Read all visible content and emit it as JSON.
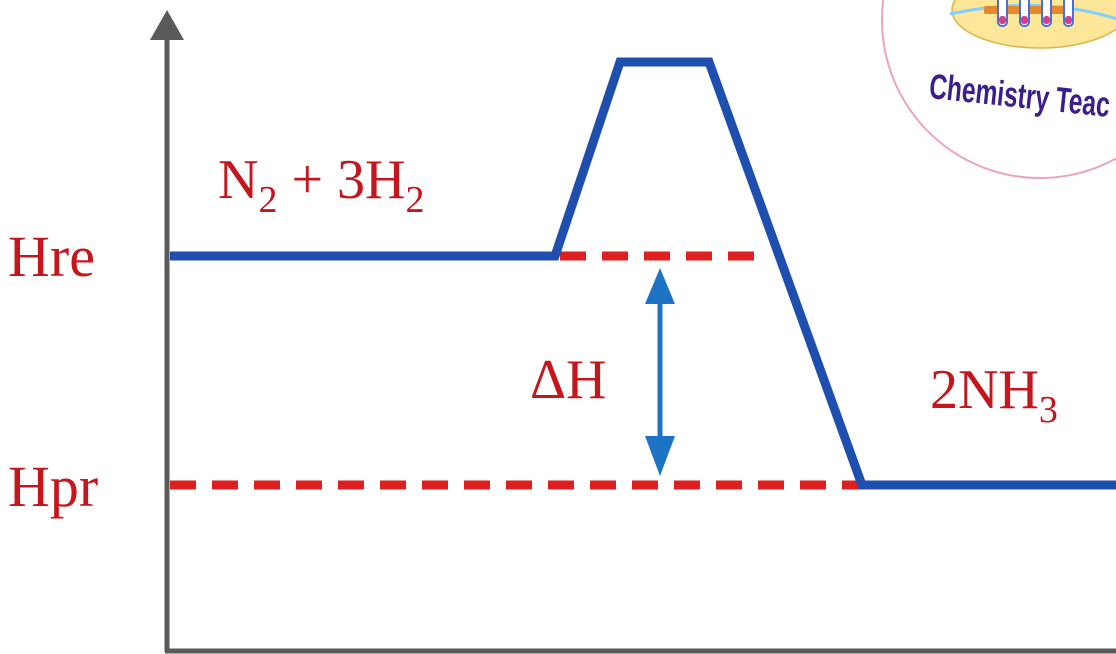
{
  "diagram": {
    "axis_labels": {
      "reactant_level": "Hre",
      "product_level": "Hpr"
    },
    "reactants": {
      "main": "N",
      "sub1": "2",
      "plus": " + 3H",
      "sub2": "2"
    },
    "products": {
      "main": "2NH",
      "sub": "3"
    },
    "enthalpy_change": "ΔH",
    "colors": {
      "curve": "#1f4fae",
      "dashed": "#dd1f1f",
      "label": "#c4161c",
      "axis": "#5a5a5a",
      "arrow": "#1e74c4"
    }
  },
  "logo": {
    "text": "Chemistry Teac",
    "colors": {
      "ring": "#e9a7ba",
      "text": "#3b1d8c"
    }
  }
}
